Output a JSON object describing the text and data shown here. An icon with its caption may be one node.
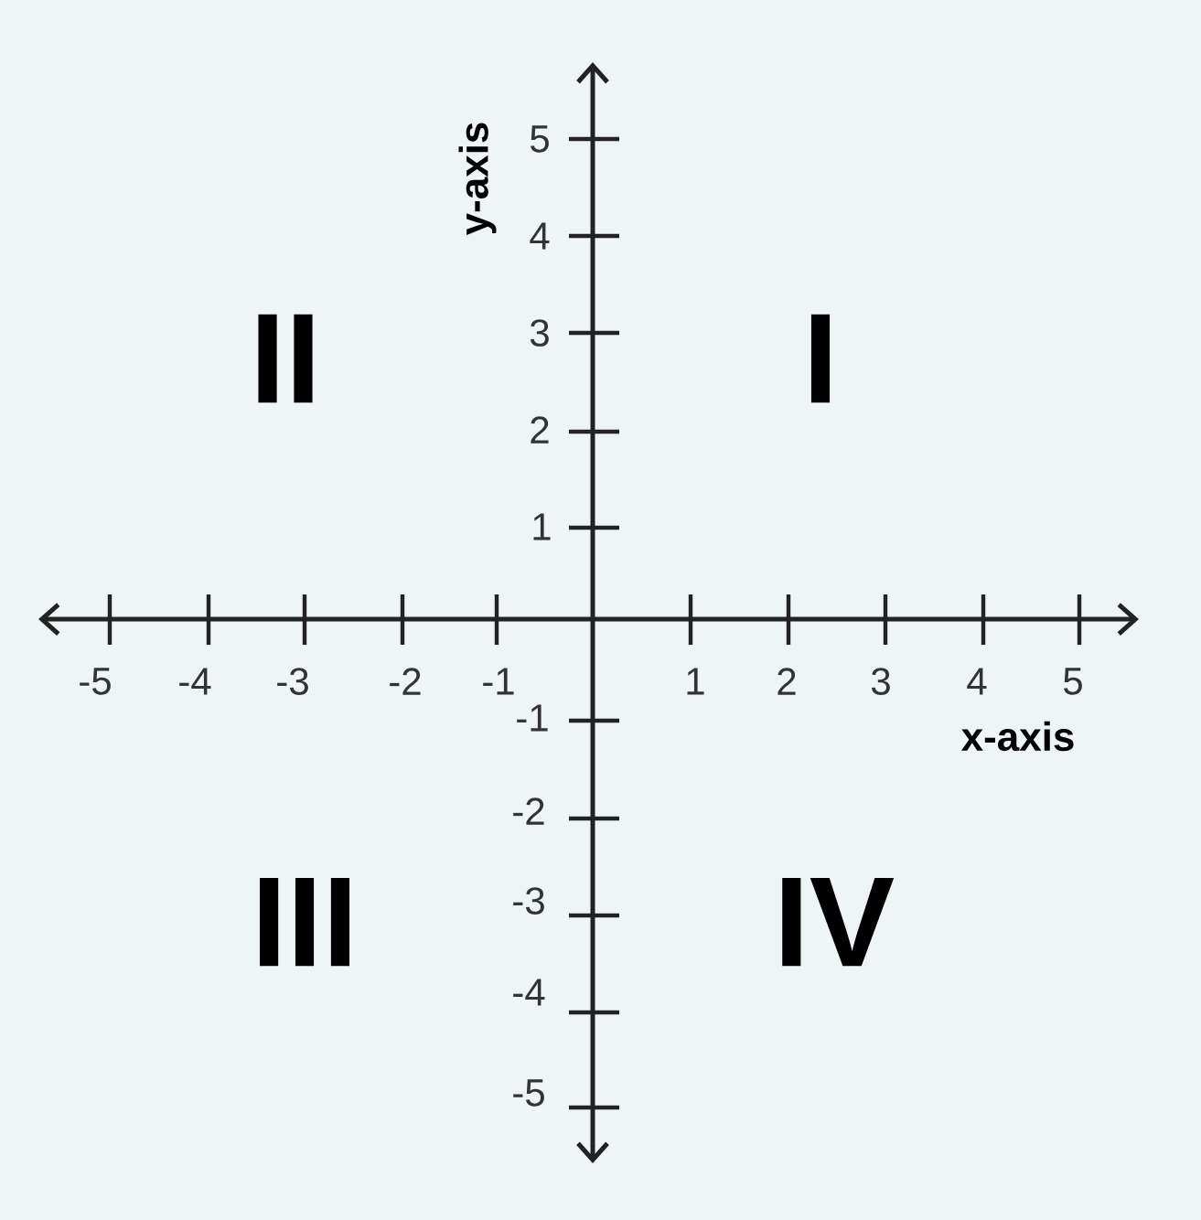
{
  "diagram": {
    "labels": [
      "y-axis",
      "5",
      "4",
      "3",
      "II",
      "I",
      "2",
      "1",
      "-5",
      "-4",
      "-3",
      "-2",
      "-1",
      "1",
      "2",
      "3",
      "4",
      "5",
      "-1",
      "x-axis",
      "-2",
      "-3",
      "III",
      "IV",
      "-4",
      "-5"
    ]
  }
}
